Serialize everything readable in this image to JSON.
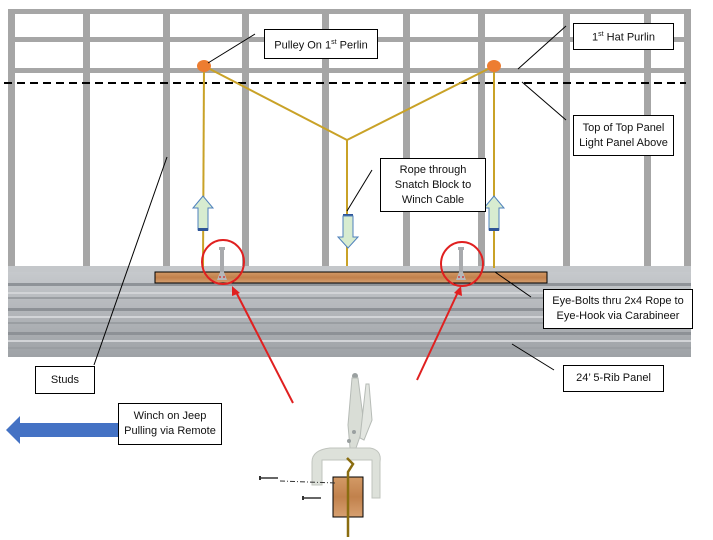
{
  "diagram": {
    "title": "Panel pulling rig diagram",
    "colors": {
      "frame": "#a6a6a6",
      "rope": "#c9a227",
      "pulley": "#ed7d31",
      "board": "#c98a55",
      "panel": "#b9bcc0",
      "red_marker": "#e02020",
      "up_arrow_fill": "#d7ecd0",
      "up_arrow_stroke": "#4f81bd",
      "winch_arrow": "#4472c4"
    },
    "labels": {
      "pulley": "Pulley On 1st Perlin",
      "pulley_main": "Pulley On 1",
      "pulley_sup": "st",
      "pulley_tail": " Perlin",
      "hat_purlin_main": "1",
      "hat_purlin_sup": "st",
      "hat_purlin_tail": " Hat Purlin",
      "top_panel": "Top of Top Panel\nLight Panel Above",
      "snatch_block": "Rope through\nSnatch Block to\nWinch Cable",
      "eye_bolts": "Eye-Bolts thru 2x4 Rope to\nEye-Hook via Carabineer",
      "rib_panel": "24’ 5-Rib Panel",
      "studs": "Studs",
      "winch": "Winch on Jeep\nPulling via Remote"
    },
    "icons": {
      "pulley_left": "pulley-icon",
      "pulley_right": "pulley-icon",
      "up_arrow": "arrow-up-icon",
      "down_arrow": "arrow-down-icon",
      "winch_arrow": "arrow-left-icon",
      "eye_bolt": "eye-bolt-icon",
      "clamp": "locking-c-clamp-icon"
    }
  }
}
